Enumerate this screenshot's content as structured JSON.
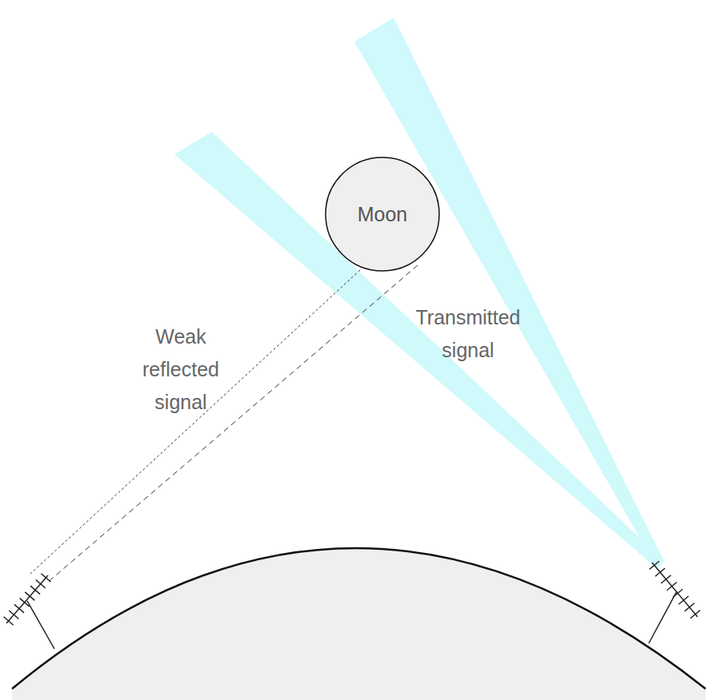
{
  "diagram": {
    "nodes": [
      {
        "text": [
          "Moon"
        ]
      }
    ],
    "labels": [
      "Weak reflected signal",
      "Transmitted signal"
    ]
  }
}
